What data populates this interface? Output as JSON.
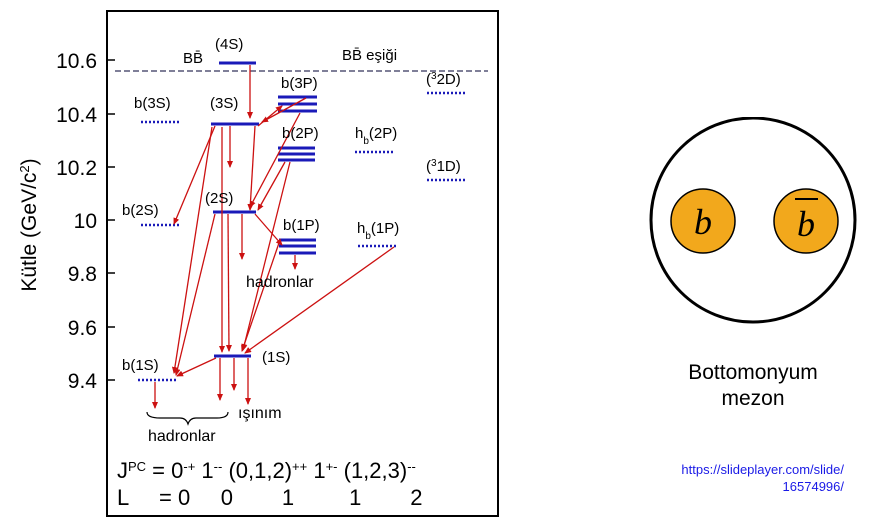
{
  "diagram": {
    "y_axis": {
      "label": "Kütle (GeV/c",
      "label_sup": "2",
      "label_end": ")",
      "ticks": [
        "10.6",
        "10.4",
        "10.2",
        "10",
        "9.8",
        "9.6",
        "9.4"
      ]
    },
    "threshold": {
      "left": "BB̄",
      "left_sub": "(4S)",
      "right": "BB̄ eşiği"
    },
    "states": {
      "eta_3s": "b(3S)",
      "upsilon_3s": "(3S)",
      "chi_3p": "b(3P)",
      "d_3_2": "(",
      "d_3_2_sup": "3",
      "d_3_2_end": "2D)",
      "eta_2s": "b(2S)",
      "upsilon_2s": "(2S)",
      "chi_2p": "b(2P)",
      "h_2p": "h",
      "h_2p_sub": "b",
      "h_2p_end": "(2P)",
      "d_3_1": "(",
      "d_3_1_sup": "3",
      "d_3_1_end": "1D)",
      "chi_1p": "b(1P)",
      "h_1p": "h",
      "h_1p_sub": "b",
      "h_1p_end": "(1P)",
      "eta_1s": "b(1S)",
      "upsilon_1s": "(1S)"
    },
    "annotations": {
      "hadrons_upper": "hadronlar",
      "hadrons_lower": "hadronlar",
      "radiation": "ışınım"
    },
    "quantum_numbers": {
      "jpc_label": "J",
      "jpc_sup": "PC",
      "jpc_eq": " = 0",
      "jpc_0": "-+",
      "jpc_1a": " 1",
      "jpc_1a_sup": "--",
      "jpc_2": " (0,1,2)",
      "jpc_2_sup": "++",
      "jpc_3": " 1",
      "jpc_3_sup": "+-",
      "jpc_4": " (1,2,3)",
      "jpc_4_sup": "--",
      "l_row": "L     = 0     0        1         1        2"
    },
    "colors": {
      "level": "#1a1ab8",
      "transition": "#cc1111",
      "threshold": "#555577"
    }
  },
  "meson": {
    "quark": "b",
    "antiquark": "b",
    "caption_line1": "Bottomonyum",
    "caption_line2": "mezon",
    "quark_color": "#f2a81c"
  },
  "source": {
    "line1": "https://slideplayer.com/slide/",
    "line2": "16574996/"
  }
}
